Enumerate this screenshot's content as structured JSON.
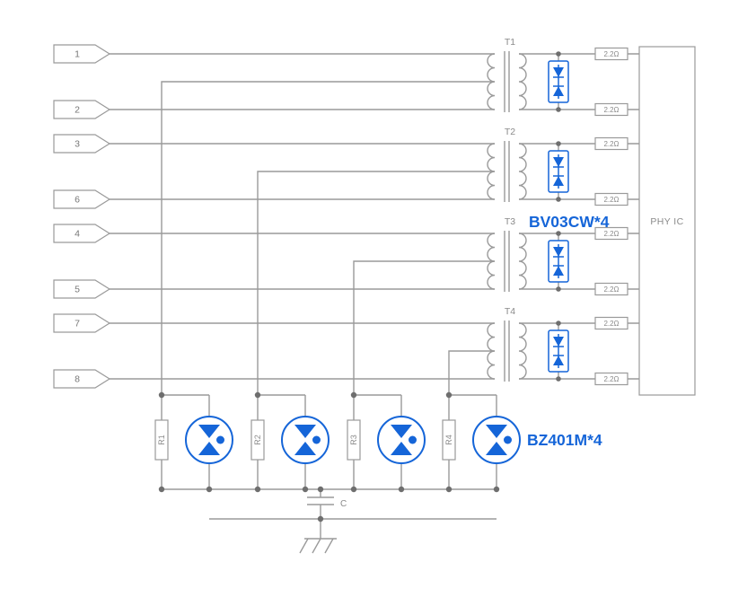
{
  "theme": {
    "accent": "#1565d8",
    "wire": "#9a9a9a",
    "text": "#8a8a8a",
    "junction": "#6e6e6e"
  },
  "pins": [
    {
      "label": "1"
    },
    {
      "label": "2"
    },
    {
      "label": "3"
    },
    {
      "label": "6"
    },
    {
      "label": "4"
    },
    {
      "label": "5"
    },
    {
      "label": "7"
    },
    {
      "label": "8"
    }
  ],
  "transformers": [
    {
      "label": "T1"
    },
    {
      "label": "T2"
    },
    {
      "label": "T3"
    },
    {
      "label": "T4"
    }
  ],
  "series_resistors": {
    "value": "2.2Ω"
  },
  "tvs_array": {
    "label": "BV03CW*4"
  },
  "protection_array": {
    "label": "BZ401M*4"
  },
  "phy": {
    "label": "PHY IC"
  },
  "termination": {
    "resistors": [
      {
        "label": "R1"
      },
      {
        "label": "R2"
      },
      {
        "label": "R3"
      },
      {
        "label": "R4"
      }
    ],
    "capacitor": {
      "label": "C"
    }
  }
}
